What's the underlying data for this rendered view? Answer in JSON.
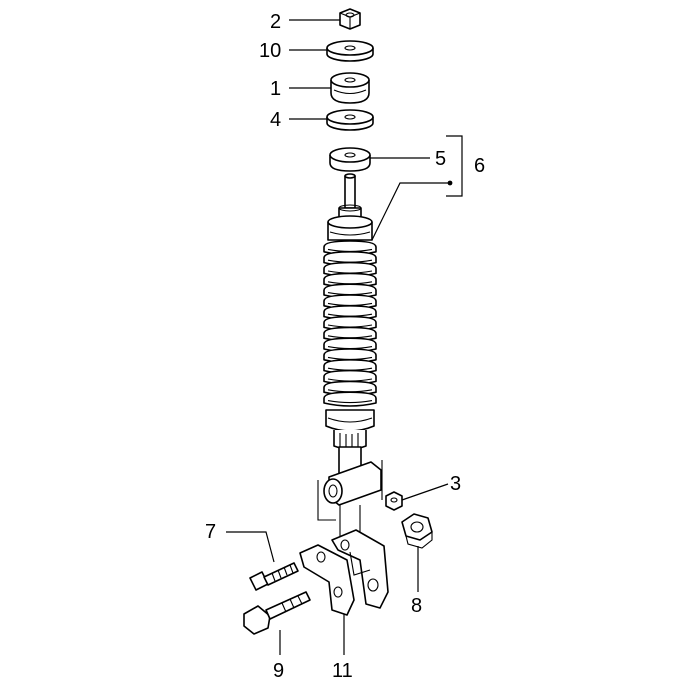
{
  "callouts": [
    {
      "id": "label-2",
      "text": "2"
    },
    {
      "id": "label-10",
      "text": "10"
    },
    {
      "id": "label-1",
      "text": "1"
    },
    {
      "id": "label-4",
      "text": "4"
    },
    {
      "id": "label-5",
      "text": "5"
    },
    {
      "id": "label-6",
      "text": "6"
    },
    {
      "id": "label-3",
      "text": "3"
    },
    {
      "id": "label-7",
      "text": "7"
    },
    {
      "id": "label-8",
      "text": "8"
    },
    {
      "id": "label-9",
      "text": "9"
    },
    {
      "id": "label-11",
      "text": "11"
    }
  ],
  "colors": {
    "ink": "#000000",
    "background": "#ffffff"
  }
}
